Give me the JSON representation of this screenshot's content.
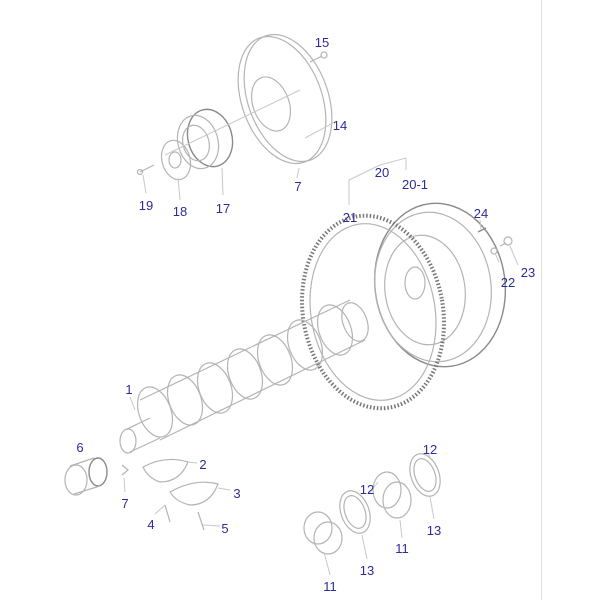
{
  "diagram": {
    "callouts": {
      "c15": "15",
      "c14": "14",
      "c7a": "7",
      "c19": "19",
      "c18": "18",
      "c17": "17",
      "c20": "20",
      "c20_1": "20-1",
      "c21": "21",
      "c24": "24",
      "c22": "22",
      "c23": "23",
      "c1": "1",
      "c6": "6",
      "c2": "2",
      "c3": "3",
      "c7b": "7",
      "c4": "4",
      "c5": "5",
      "c12a": "12",
      "c12b": "12",
      "c11a": "11",
      "c13a": "13",
      "c13b": "13",
      "c11b": "11"
    },
    "colors": {
      "callout": "#2b2b9a",
      "line": "#b4b4b4"
    }
  }
}
